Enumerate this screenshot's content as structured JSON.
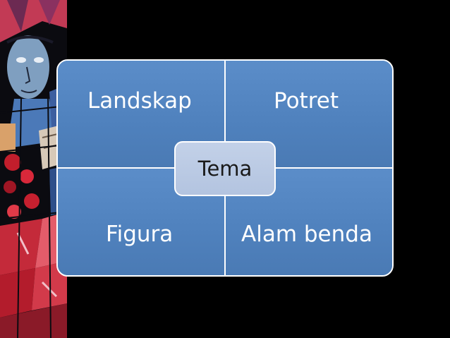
{
  "diagram": {
    "center_label": "Tema",
    "quadrants": {
      "top_left": "Landskap",
      "top_right": "Potret",
      "bottom_left": "Figura",
      "bottom_right": "Alam benda"
    }
  },
  "colors": {
    "background": "#000000",
    "quadrant_fill": "#4f81bd",
    "center_fill": "#b9c9e4",
    "border": "#ffffff"
  },
  "decoration": {
    "left_image": "stained-glass-window"
  }
}
